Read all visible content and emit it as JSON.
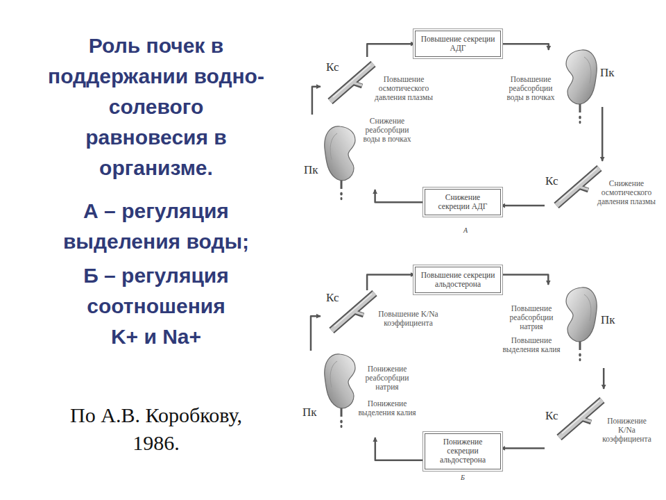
{
  "diagram": {
    "title": "Роль почек в поддержании водно-солевого равновесия в организме.",
    "caption": "По А.В. Коробкову, 1986.",
    "nodes": [
      {
        "text": [
          "Кс",
          "Повышение осмотического давления плазмы"
        ]
      },
      {
        "text": [
          "Повышение секреции АДГ"
        ]
      },
      {
        "text": [
          "Повышение реабсорбции воды в почках",
          "Пк"
        ]
      },
      {
        "text": [
          "Кс",
          "Снижение осмотического давления плазмы"
        ]
      },
      {
        "text": [
          "Снижение секреции АДГ"
        ]
      },
      {
        "text": [
          "Пк",
          "Снижение реабсорбции воды в почках"
        ]
      },
      {
        "text": [
          "Кс",
          "Повышение K/Na коэффициента"
        ]
      },
      {
        "text": [
          "Повышение секреции альдостерона"
        ]
      },
      {
        "text": [
          "Повышение реабсорбции натрия",
          "Повышение выделения калия",
          "Пк"
        ]
      },
      {
        "text": [
          "Кс",
          "Понижение K/Na коэффициента"
        ]
      },
      {
        "text": [
          "Понижение секреции альдостерона"
        ]
      },
      {
        "text": [
          "Пк",
          "Понижение реабсорбции натрия",
          "Понижение выделения калия"
        ]
      }
    ],
    "edges": [
      {
        "from": 0,
        "to": 1,
        "arrow": "to"
      },
      {
        "from": 1,
        "to": 2,
        "arrow": "to"
      },
      {
        "from": 2,
        "to": 3,
        "arrow": "to"
      },
      {
        "from": 3,
        "to": 4,
        "arrow": "to"
      },
      {
        "from": 4,
        "to": 5,
        "arrow": "to"
      },
      {
        "from": 5,
        "to": 0,
        "arrow": "to"
      },
      {
        "from": 6,
        "to": 7,
        "arrow": "to"
      },
      {
        "from": 7,
        "to": 8,
        "arrow": "to"
      },
      {
        "from": 8,
        "to": 9,
        "arrow": "to"
      },
      {
        "from": 9,
        "to": 10,
        "arrow": "to"
      },
      {
        "from": 10,
        "to": 11,
        "arrow": "to"
      },
      {
        "from": 11,
        "to": 6,
        "arrow": "to"
      }
    ],
    "labels": [
      "А – регуляция выделения воды;",
      "Б – регуляция соотношения K+ и Na+",
      "А",
      "Б"
    ]
  }
}
